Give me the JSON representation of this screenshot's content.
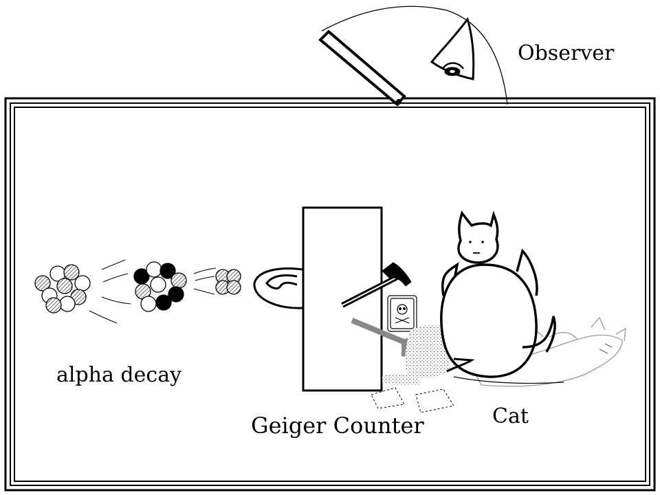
{
  "labels": {
    "observer": "Observer",
    "alpha_decay": "alpha decay",
    "geiger_counter": "Geiger Counter",
    "cat": "Cat"
  },
  "colors": {
    "ink": "#000000",
    "paper": "#ffffff",
    "gray_fill": "#888888",
    "light_gray": "#bbbbbb"
  },
  "icons": [
    "eye-icon",
    "hammer-icon",
    "poison-flask-icon",
    "skull-icon"
  ]
}
